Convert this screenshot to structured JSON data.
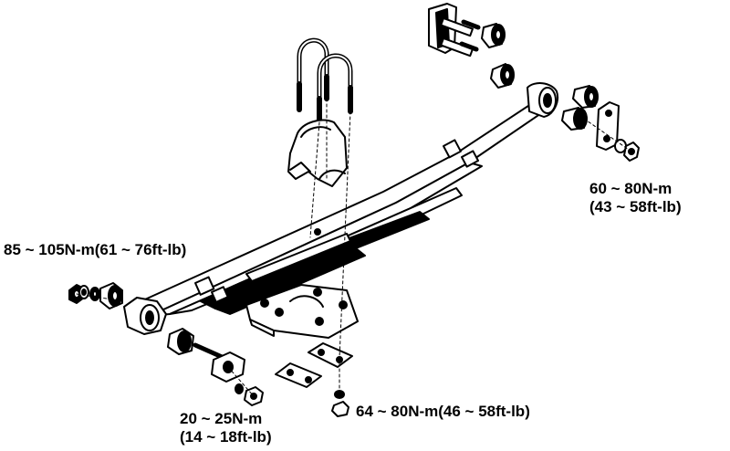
{
  "torque_specs": {
    "front_eye_bolt": "85 ~ 105N-m(61 ~ 76ft-lb)",
    "rear_shackle": {
      "line1": "60 ~ 80N-m",
      "line2": "(43 ~ 58ft-lb)"
    },
    "shock_mount_bolt": {
      "line1": "20 ~ 25N-m",
      "line2": "(14 ~ 18ft-lb)"
    },
    "u_bolt_nut": "64 ~ 80N-m(46 ~ 58ft-lb)"
  },
  "colors": {
    "line": "#000000",
    "background": "#ffffff",
    "fill": "#ffffff",
    "shade": "#000000"
  }
}
